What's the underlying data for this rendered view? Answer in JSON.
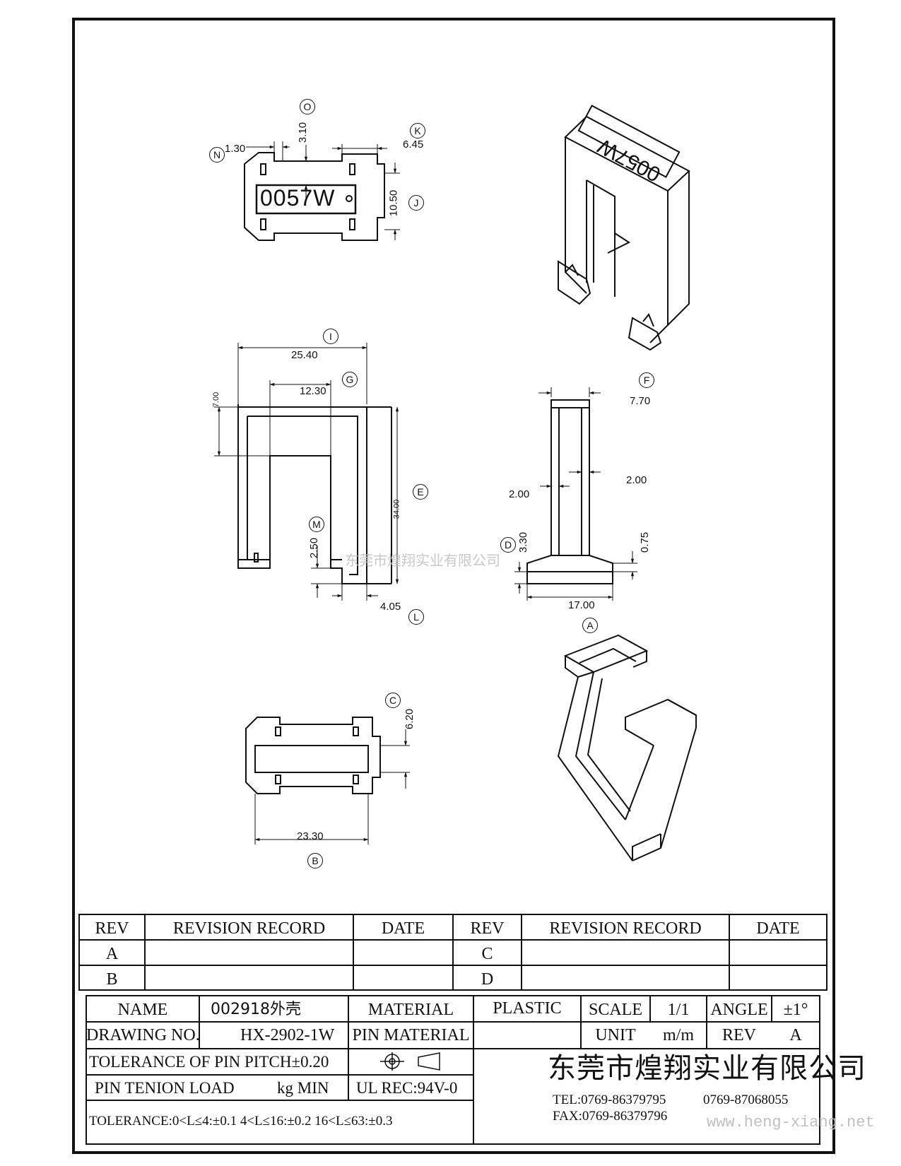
{
  "views": {
    "top": {
      "mark_text": "0057W",
      "dims": {
        "n": "1.30",
        "o": "3.10",
        "k": "6.45",
        "j": "10.50"
      },
      "labels": {
        "n": "N",
        "o": "O",
        "k": "K",
        "j": "J"
      }
    },
    "front": {
      "dims": {
        "i": "25.40",
        "g": "12.30",
        "h": "7.00",
        "e": "34.00",
        "m": "2.50",
        "l": "4.05"
      },
      "labels": {
        "i": "I",
        "g": "G",
        "e": "E",
        "m": "M",
        "l": "L"
      }
    },
    "side": {
      "dims": {
        "f": "7.70",
        "w_left": "2.00",
        "w_right": "2.00",
        "d": "3.30",
        "t": "0.75",
        "a": "17.00"
      },
      "labels": {
        "f": "F",
        "d": "D",
        "a": "A"
      }
    },
    "bottom": {
      "dims": {
        "c": "6.20",
        "b": "23.30"
      },
      "labels": {
        "c": "C",
        "b": "B"
      }
    }
  },
  "watermark": "东莞市煌翔实业有限公司",
  "revision_table": {
    "headers": [
      "REV",
      "REVISION RECORD",
      "DATE",
      "REV",
      "REVISION RECORD",
      "DATE"
    ],
    "rows": [
      [
        "A",
        "",
        "",
        "C",
        "",
        ""
      ],
      [
        "B",
        "",
        "",
        "D",
        "",
        ""
      ]
    ]
  },
  "title_block": {
    "name_label": "NAME",
    "name_value": "002918外壳",
    "material_label": "MATERIAL",
    "material_value": "PLASTIC",
    "scale_label": "SCALE",
    "scale_value": "1/1",
    "angle_label": "ANGLE",
    "angle_value": "±1°",
    "drawing_no_label": "DRAWING NO.",
    "drawing_no_value": "HX-2902-1W",
    "pin_material_label": "PIN MATERIAL",
    "unit_label": "UNIT",
    "unit_value": "m/m",
    "rev_label": "REV",
    "rev_value": "A",
    "tolerance_pitch": "TOLERANCE OF PIN PITCH±0.20",
    "pin_tension_label": "PIN TENION LOAD",
    "pin_tension_unit": "kg MIN",
    "ul": "UL REC:94V-0",
    "tolerance": "TOLERANCE:0<L≤4:±0.1  4<L≤16:±0.2  16<L≤63:±0.3",
    "company": "东莞市煌翔实业有限公司",
    "tel": "TEL:0769-86379795",
    "tel2": "0769-87068055",
    "fax": "FAX:0769-86379796",
    "website": "www.heng-xiang.net"
  }
}
